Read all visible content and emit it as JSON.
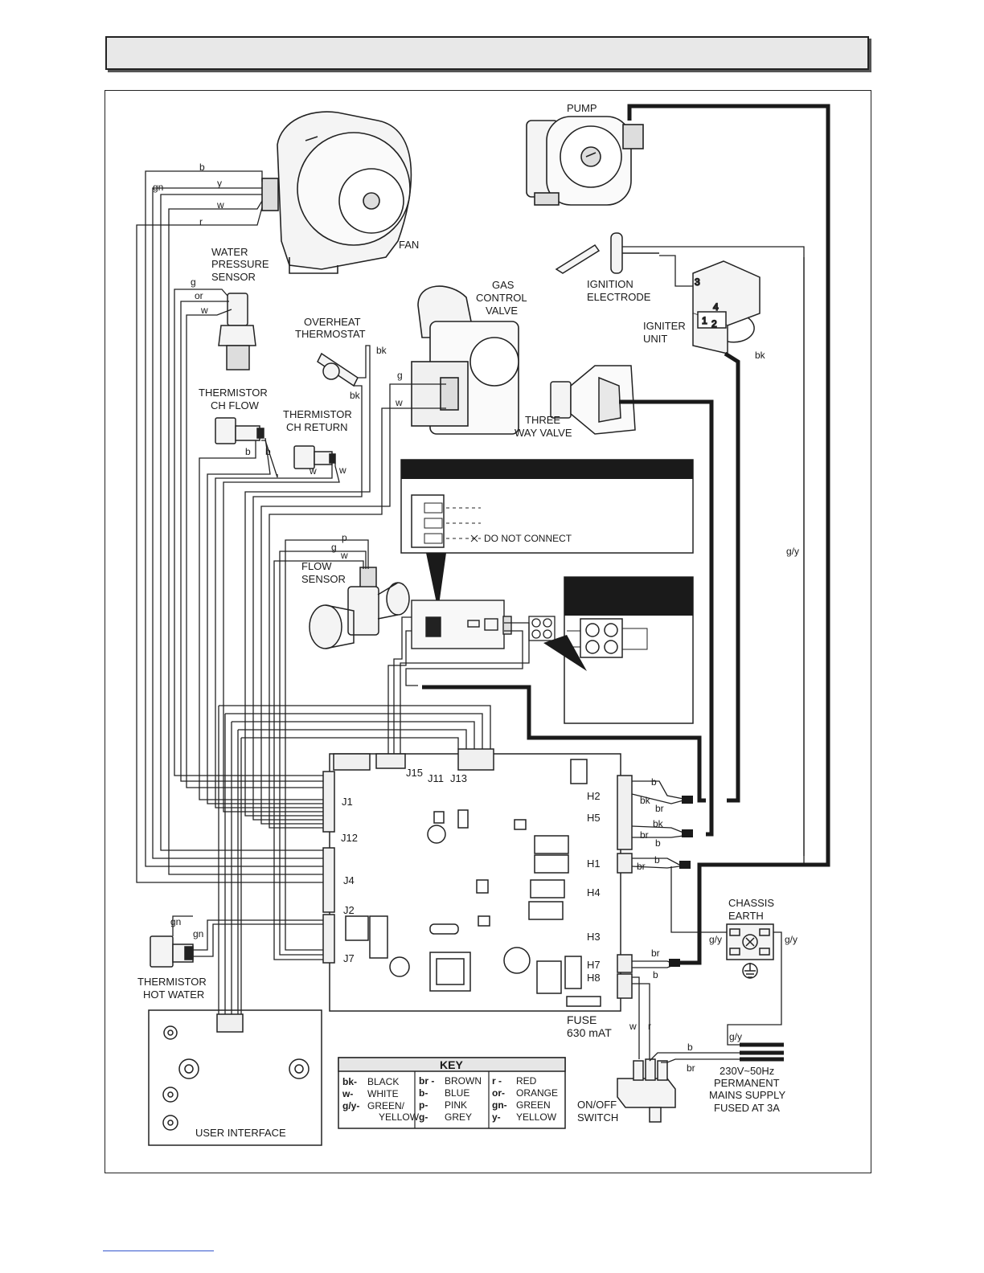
{
  "labels": {
    "fan": "FAN",
    "pump": "PUMP",
    "water_pressure_sensor": [
      "WATER",
      "PRESSURE",
      "SENSOR"
    ],
    "gas_control_valve": [
      "GAS",
      "CONTROL",
      "VALVE"
    ],
    "ignition_electrode": [
      "IGNITION",
      "ELECTRODE"
    ],
    "igniter_unit": [
      "IGNITER",
      "UNIT"
    ],
    "overheat_thermostat": [
      "OVERHEAT",
      "THERMOSTAT"
    ],
    "thermistor_ch_flow": [
      "THERMISTOR",
      "CH FLOW"
    ],
    "thermistor_ch_return": [
      "THERMISTOR",
      "CH RETURN"
    ],
    "three_way_valve": [
      "THREE",
      "WAY VALVE"
    ],
    "flow_sensor": [
      "FLOW",
      "SENSOR"
    ],
    "do_not_connect": "DO NOT CONNECT",
    "chassis_earth": [
      "CHASSIS",
      "EARTH"
    ],
    "thermistor_hot_water": [
      "THERMISTOR",
      "HOT WATER"
    ],
    "user_interface": "USER INTERFACE",
    "fuse": [
      "FUSE",
      "630 mAT"
    ],
    "mains_supply": [
      "230V~50Hz",
      "PERMANENT",
      "MAINS SUPPLY",
      "FUSED AT 3A"
    ],
    "on_off_switch": [
      "ON/OFF",
      "SWITCH"
    ]
  },
  "connectors": {
    "j15": "J15",
    "j11": "J11",
    "j13": "J13",
    "j1": "J1",
    "j12": "J12",
    "j4": "J4",
    "j2": "J2",
    "j7": "J7",
    "h2": "H2",
    "h5": "H5",
    "h1": "H1",
    "h4": "H4",
    "h3": "H3",
    "h7": "H7",
    "h8": "H8"
  },
  "wires": {
    "b": "b",
    "y": "y",
    "gn": "gn",
    "w": "w",
    "r": "r",
    "g": "g",
    "or": "or",
    "bk": "bk",
    "br": "br",
    "p": "p",
    "gy": "g/y"
  },
  "key": {
    "title": "KEY",
    "col1": [
      [
        "bk-",
        "BLACK"
      ],
      [
        "w-",
        "WHITE"
      ],
      [
        "g/y-",
        "GREEN/"
      ],
      [
        "",
        "YELLOW"
      ]
    ],
    "col2": [
      [
        "br -",
        "BROWN"
      ],
      [
        "b-",
        "BLUE"
      ],
      [
        "p-",
        "PINK"
      ],
      [
        "g-",
        "GREY"
      ]
    ],
    "col3": [
      [
        "r -",
        "RED"
      ],
      [
        "or-",
        "ORANGE"
      ],
      [
        "gn-",
        "GREEN"
      ],
      [
        "y-",
        "YELLOW"
      ]
    ]
  }
}
